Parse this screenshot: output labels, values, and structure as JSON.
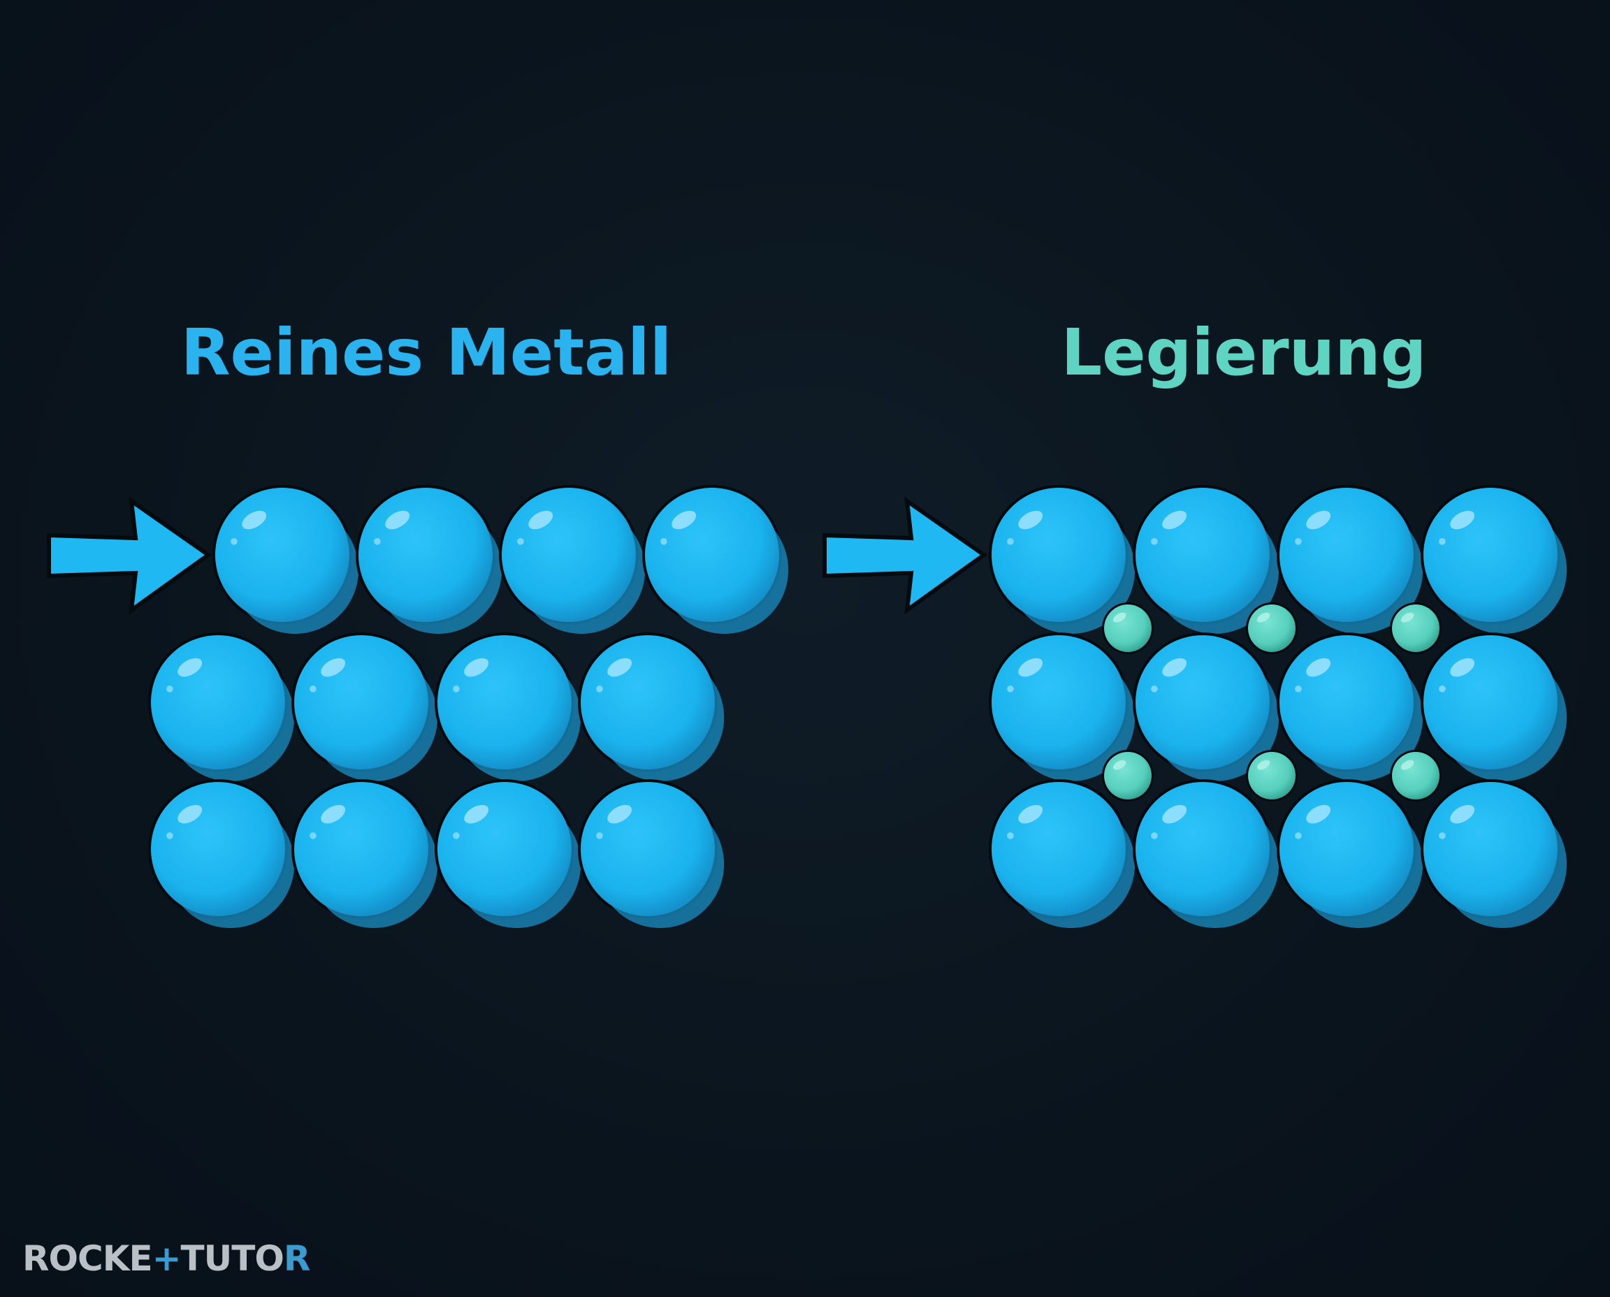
{
  "left_panel": {
    "title": "Reines Metall",
    "title_color": "#2bb3f0",
    "rows": 3,
    "cols": 4,
    "row_offsets": [
      "shifted",
      "normal",
      "normal"
    ]
  },
  "right_panel": {
    "title": "Legierung",
    "title_color": "#5fd4c2",
    "rows": 3,
    "cols": 4,
    "small_atoms_per_gap_row": 3
  },
  "colors": {
    "atom_main": "#1fb8f2",
    "atom_shade": "#1a8fc4",
    "atom_highlight": "#9fe3ff",
    "small_atom": "#5fd4c2",
    "small_atom_shade": "#35a997",
    "arrow": "#1fb8f2",
    "outline": "#050a0f",
    "background": "#0b1620"
  },
  "icons": {
    "left_arrow": "arrow-right-icon",
    "right_arrow": "arrow-right-icon"
  },
  "logo": {
    "text": "ROCKETUTOR",
    "part1": "ROCKE",
    "part2": "TUTO",
    "part3": "R"
  }
}
